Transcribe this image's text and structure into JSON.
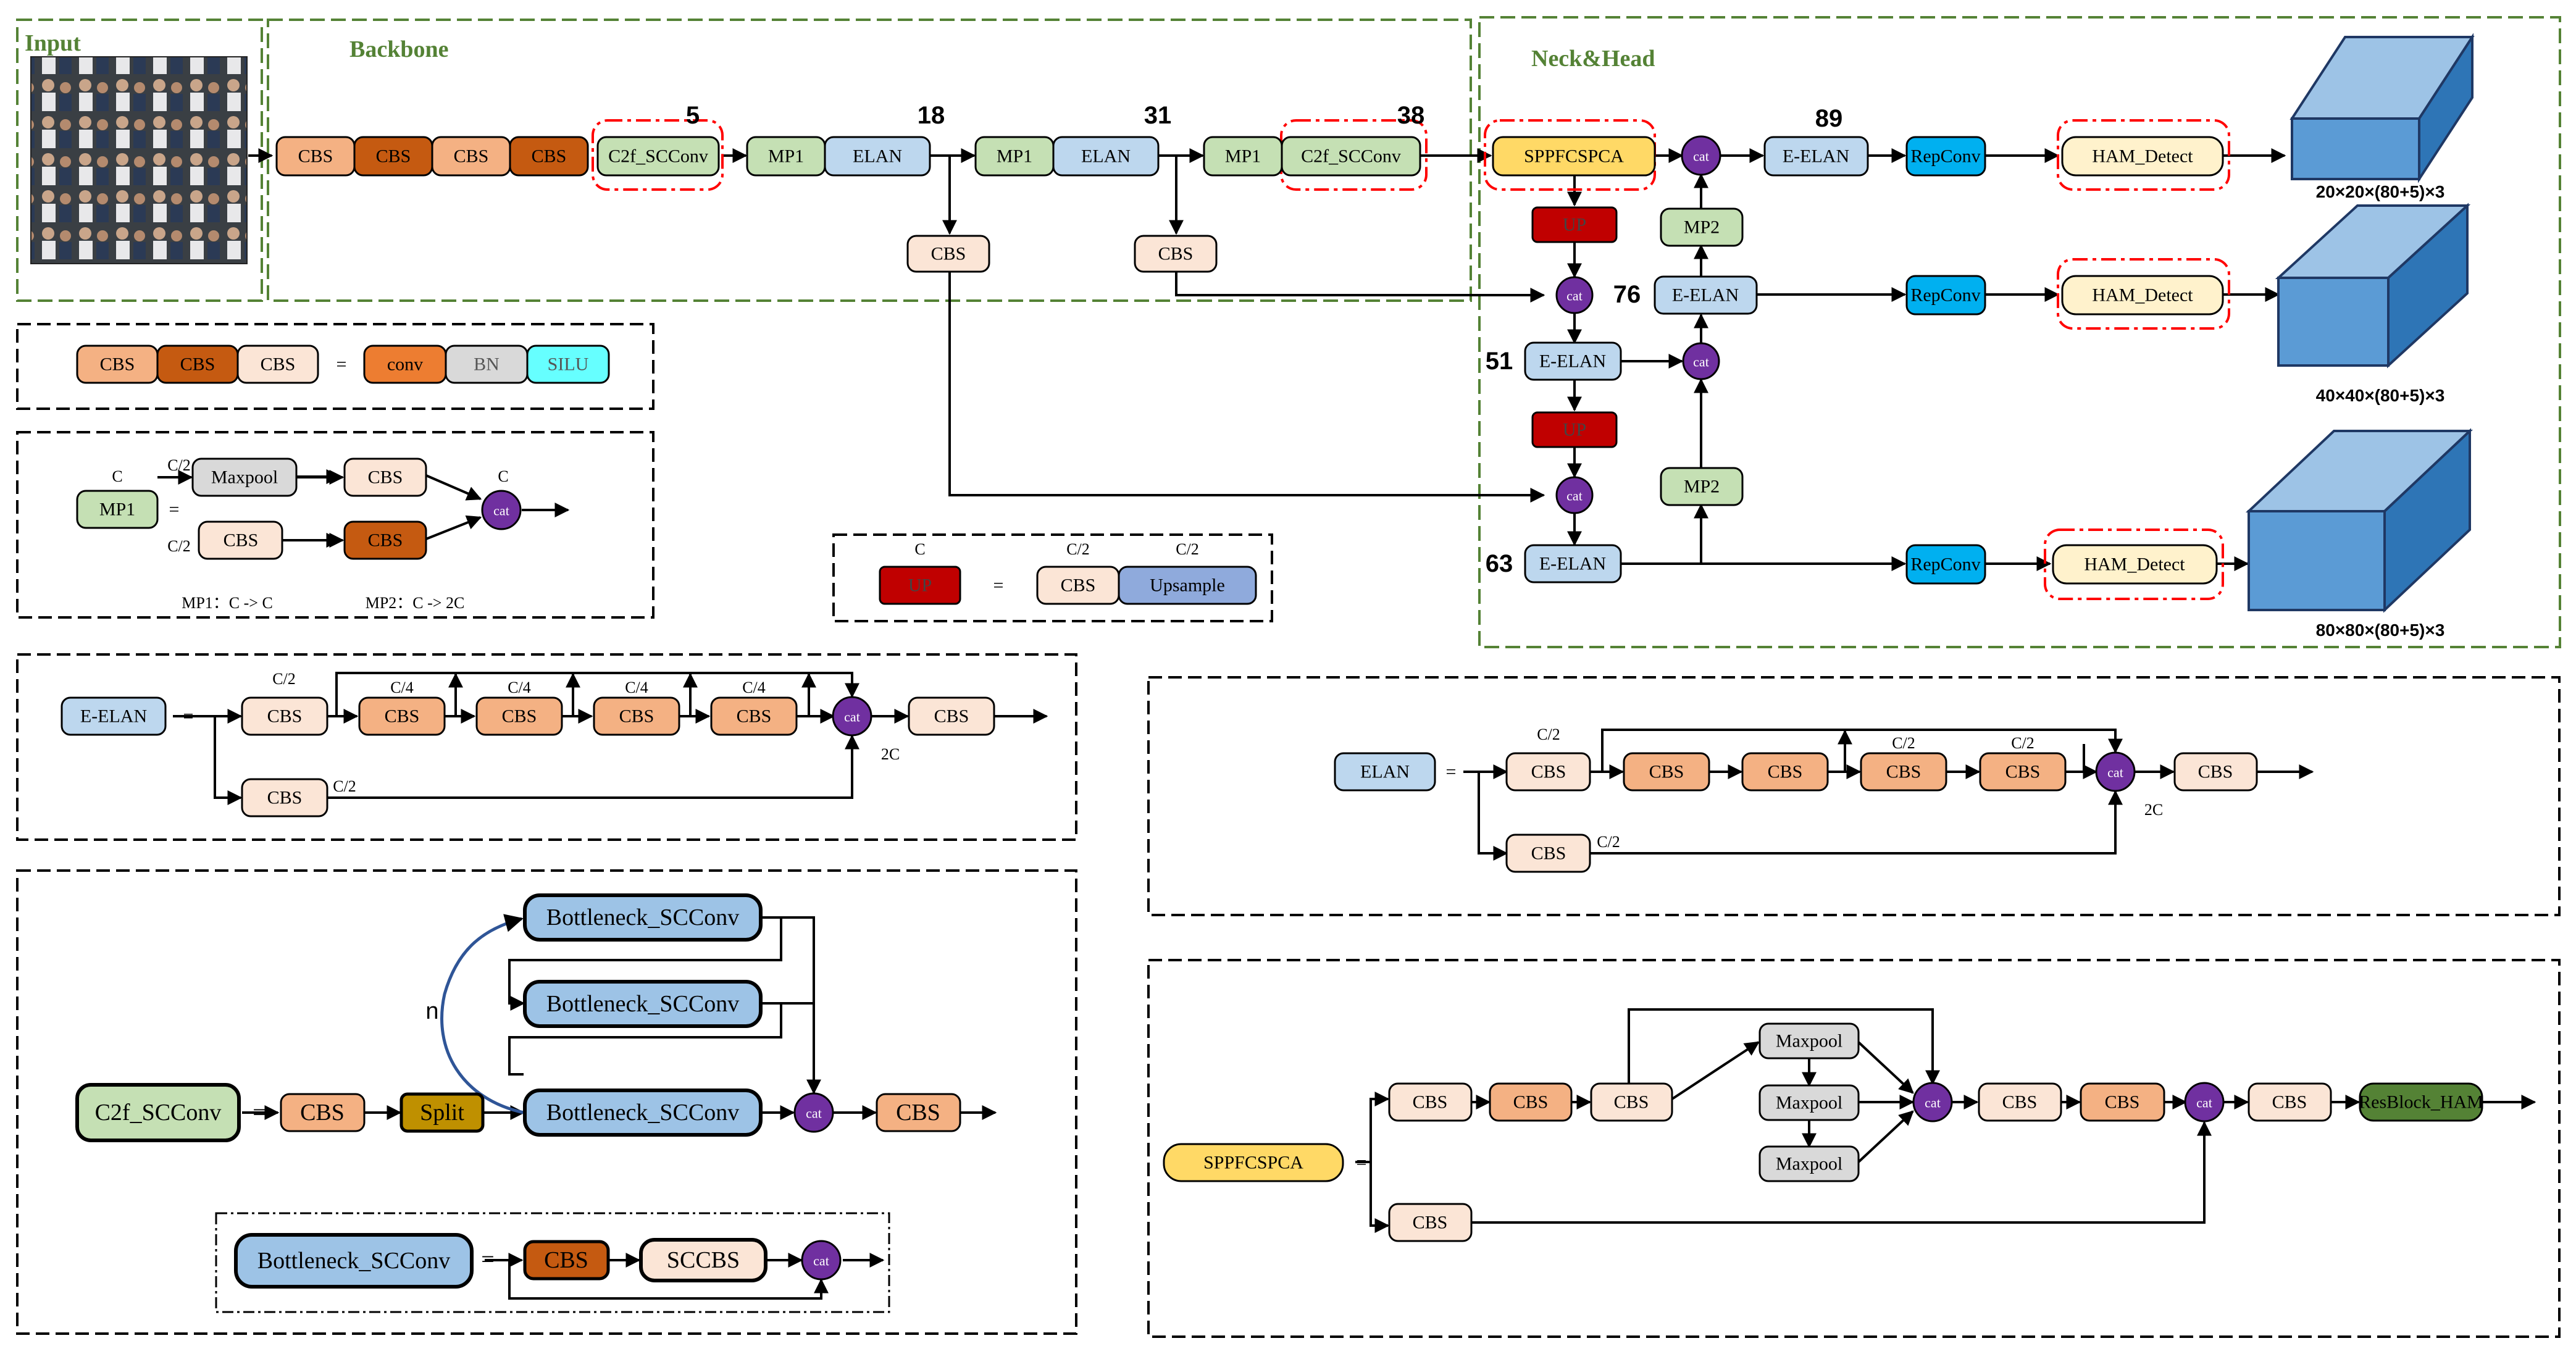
{
  "sections": {
    "input": "Input",
    "backbone": "Backbone",
    "neck_head": "Neck&Head"
  },
  "layer_numbers": [
    "5",
    "18",
    "31",
    "38",
    "89",
    "76",
    "51",
    "63"
  ],
  "blocks": {
    "cbs": "CBS",
    "c2f_scconv": "C2f_SCConv",
    "mp1": "MP1",
    "mp2": "MP2",
    "elan": "ELAN",
    "e_elan": "E-ELAN",
    "sppfcspca": "SPPFCSPCA",
    "up": "UP",
    "repconv": "RepConv",
    "ham_detect": "HAM_Detect",
    "cat": "cat",
    "conv": "conv",
    "bn": "BN",
    "silu": "SILU",
    "maxpool": "Maxpool",
    "upsample": "Upsample",
    "split": "Split",
    "bottleneck_scconv": "Bottleneck_SCConv",
    "sccbs": "SCCBS",
    "resblock_ham": "ResBlock_HAM"
  },
  "outputs": [
    "20×20×(80+5)×3",
    "40×40×(80+5)×3",
    "80×80×(80+5)×3"
  ],
  "labels": {
    "eq": "=",
    "c": "C",
    "c_half": "C/2",
    "c_quarter": "C/4",
    "two_c": "2C",
    "n": "n",
    "mp1_note": "MP1：C -> C",
    "mp2_note": "MP2：C -> 2C"
  },
  "colors": {
    "cbs_light": "#F4B183",
    "cbs_dark": "#C55A11",
    "cbs_pale": "#FBE5D6",
    "green": "#C5E0B4",
    "blue_light": "#BDD7EE",
    "blue_mid": "#9DC3E6",
    "yellow": "#FFD966",
    "red": "#C00000",
    "cyan": "#00B0F0",
    "cream": "#FFF2CC",
    "cat": "#7030A0",
    "gray": "#D9D9D9",
    "aqua": "#66FFFF",
    "conv": "#ED7D31",
    "upsample": "#8FAADC",
    "split": "#BF9000",
    "resblock": "#548235",
    "section_border": "#548235",
    "section_title": "#548235"
  }
}
